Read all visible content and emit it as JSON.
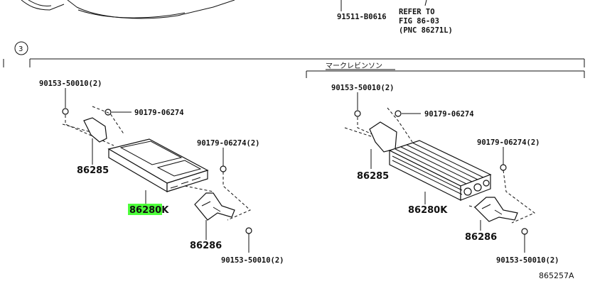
{
  "top_refs": {
    "part_91511": "91511-B0616",
    "refer_line1": "REFER TO",
    "refer_line2": "FIG 86-03",
    "refer_line3": "(PNC 86271L)"
  },
  "section_number": "3",
  "section_title_jp": "マークレビンソン",
  "left_assembly": {
    "bolt_top": "90153-50010(2)",
    "nut_top": "90179-06274",
    "nut_right": "90179-06274(2)",
    "bracket_left": "86285",
    "amplifier": "86280K",
    "bracket_right": "86286",
    "bolt_bottom": "90153-50010(2)"
  },
  "right_assembly": {
    "bolt_top": "90153-50010(2)",
    "nut_top": "90179-06274",
    "nut_right": "90179-06274(2)",
    "bracket_left": "86285",
    "amplifier": "86280K",
    "bracket_right": "86286",
    "bolt_bottom": "90153-50010(2)"
  },
  "figure_code": "865257A",
  "highlight_color": "#4dff3a"
}
